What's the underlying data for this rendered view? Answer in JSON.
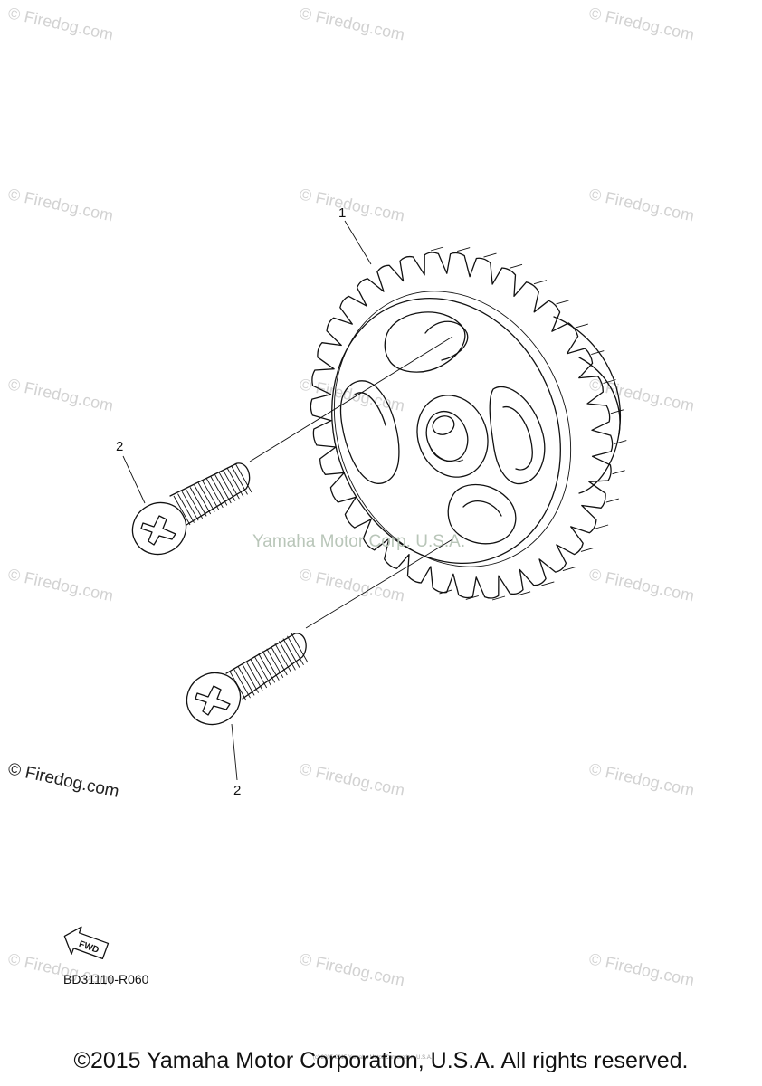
{
  "watermark": "© Firedog.com",
  "center_watermark": "Yamaha Motor Corp. U.S.A.",
  "callouts": {
    "gear": "1",
    "screw_a": "2",
    "screw_b": "2"
  },
  "fwd_label": "FWD",
  "diagram_code": "BD31110-R060",
  "fine_print": "(c) 2005-2015 Yamaha Motor Corporation, U.S.A.",
  "copyright": "©2015 Yamaha Motor Corporation, U.S.A. All rights reserved."
}
